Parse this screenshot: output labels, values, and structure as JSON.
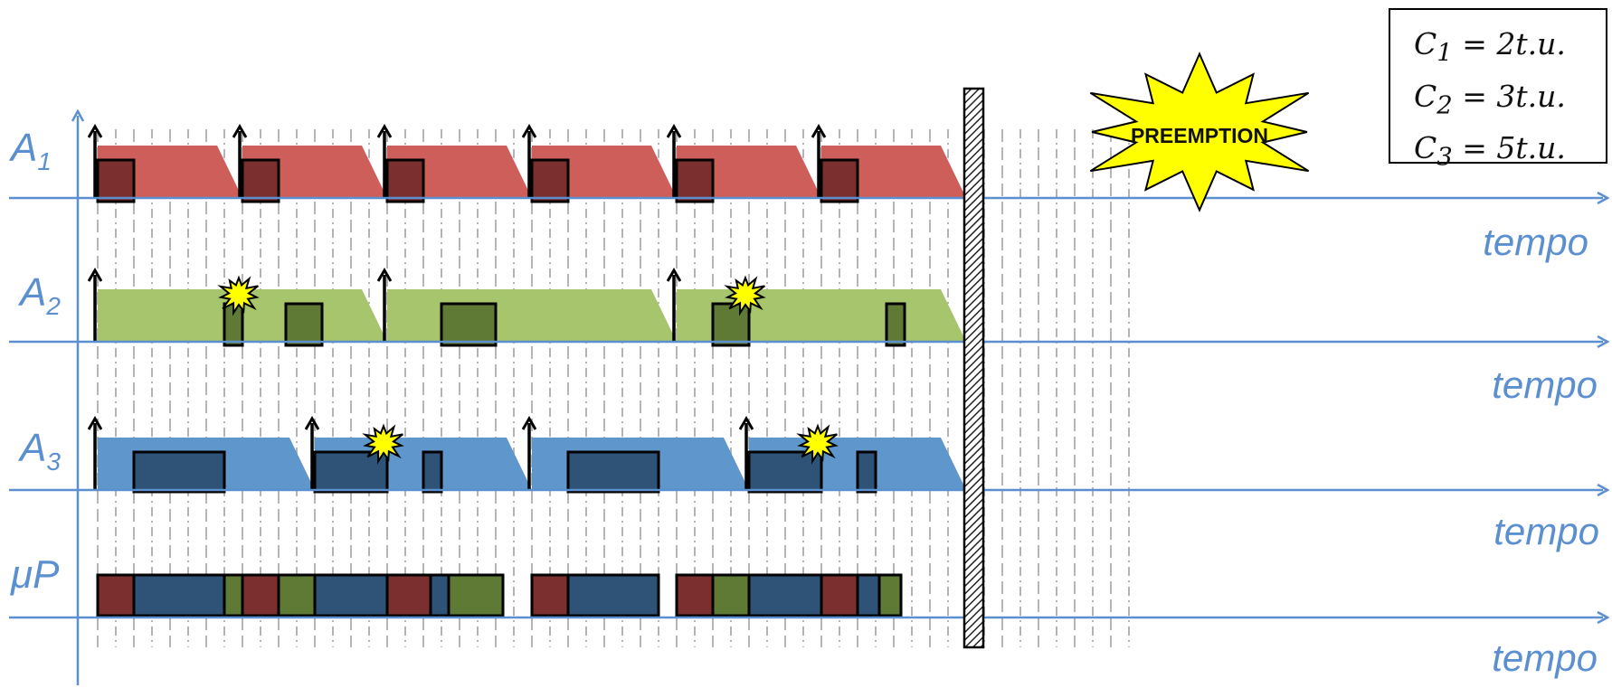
{
  "rows": [
    {
      "id": "a1",
      "label": "A",
      "sub": "1",
      "axis_label": "tempo",
      "color": "#cd5e5a",
      "exec_color": "#7b2f2e"
    },
    {
      "id": "a2",
      "label": "A",
      "sub": "2",
      "axis_label": "tempo",
      "color": "#a6c56c",
      "exec_color": "#5f7a34"
    },
    {
      "id": "a3",
      "label": "A",
      "sub": "3",
      "axis_label": "tempo",
      "color": "#5f96cb",
      "exec_color": "#2e5376"
    },
    {
      "id": "up",
      "label": "μP",
      "sub": "",
      "axis_label": "tempo"
    }
  ],
  "annotation": {
    "label": "PREEMPTION",
    "color": "#ffff00"
  },
  "legend": {
    "items": [
      {
        "name": "C",
        "sub": "1",
        "eq": " = 2t.u."
      },
      {
        "name": "C",
        "sub": "2",
        "eq": " = 3t.u."
      },
      {
        "name": "C",
        "sub": "3",
        "eq": " = 5t.u."
      }
    ]
  },
  "chart_data": {
    "type": "gantt",
    "time_unit": "t.u.",
    "periods": {
      "A1": 4,
      "A2": 8,
      "A3": 6
    },
    "a1_releases": [
      0,
      4,
      8,
      12,
      16,
      20
    ],
    "a2_releases": [
      0,
      8,
      16
    ],
    "a3_releases": [
      0,
      6,
      12,
      18
    ],
    "a1_exec": [
      [
        0,
        1
      ],
      [
        4,
        5
      ],
      [
        8,
        9
      ],
      [
        12,
        13
      ],
      [
        16,
        17
      ],
      [
        20,
        21
      ]
    ],
    "a2_exec": [
      [
        3.5,
        4
      ],
      [
        5.2,
        6.2
      ],
      [
        9.5,
        11
      ],
      [
        17,
        18
      ],
      [
        21.8,
        22.3
      ]
    ],
    "a3_exec": [
      [
        1,
        3.5
      ],
      [
        6,
        8
      ],
      [
        9,
        9.5
      ],
      [
        13,
        15.5
      ],
      [
        18,
        20
      ],
      [
        21,
        21.5
      ]
    ],
    "preempt_markers": [
      {
        "row": "a2",
        "t": 4
      },
      {
        "row": "a3",
        "t": 8
      },
      {
        "row": "a2",
        "t": 18
      },
      {
        "row": "a3",
        "t": 20
      }
    ],
    "cpu_schedule": [
      {
        "task": "A1",
        "start": 0,
        "end": 1
      },
      {
        "task": "A3",
        "start": 1,
        "end": 3.5
      },
      {
        "task": "A2",
        "start": 3.5,
        "end": 4
      },
      {
        "task": "A1",
        "start": 4,
        "end": 5
      },
      {
        "task": "A2",
        "start": 5,
        "end": 6
      },
      {
        "task": "A3",
        "start": 6,
        "end": 8
      },
      {
        "task": "A1",
        "start": 8,
        "end": 9.2
      },
      {
        "task": "A3",
        "start": 9.2,
        "end": 9.7
      },
      {
        "task": "A2",
        "start": 9.7,
        "end": 11.2
      },
      {
        "task": "A1",
        "start": 12,
        "end": 13
      },
      {
        "task": "A3",
        "start": 13,
        "end": 15.5
      },
      {
        "task": "A1",
        "start": 16,
        "end": 17
      },
      {
        "task": "A2",
        "start": 17,
        "end": 18
      },
      {
        "task": "A3",
        "start": 18,
        "end": 20
      },
      {
        "task": "A1",
        "start": 20,
        "end": 21
      },
      {
        "task": "A3",
        "start": 21,
        "end": 21.6
      },
      {
        "task": "A2",
        "start": 21.6,
        "end": 22.2
      }
    ],
    "time_range": [
      0,
      24
    ],
    "hatched_boundary_at": 24
  }
}
